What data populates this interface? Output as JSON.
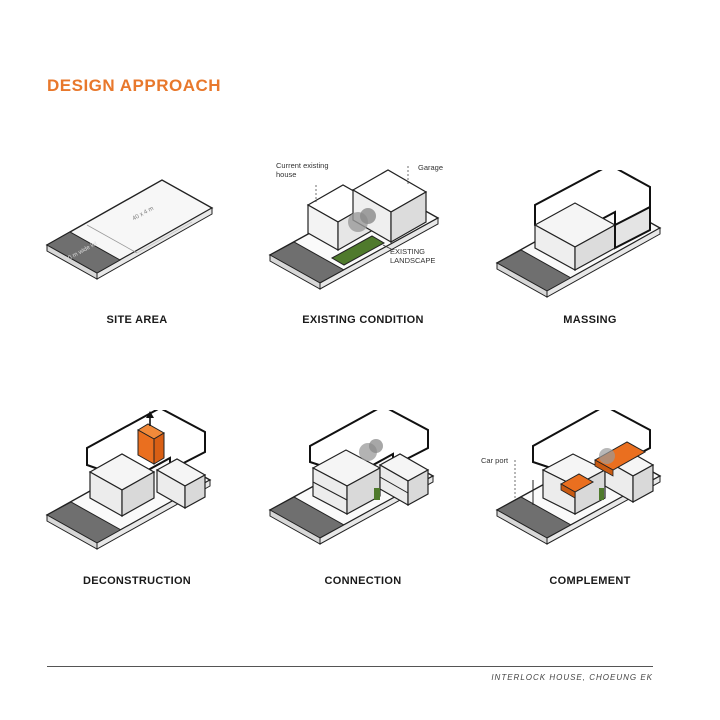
{
  "title": "DESIGN APPROACH",
  "panels": [
    {
      "caption": "SITE AREA",
      "plot_labels": [
        "40 m wide lot",
        "40 x 4 m"
      ]
    },
    {
      "caption": "EXISTING CONDITION",
      "annotations": {
        "current_house": "Current existing house",
        "garage": "Garage",
        "landscape": "EXISTING LANDSCAPE"
      }
    },
    {
      "caption": "MASSING"
    },
    {
      "caption": "DECONSTRUCTION"
    },
    {
      "caption": "CONNECTION"
    },
    {
      "caption": "COMPLEMENT",
      "annotations": {
        "car_port": "Car port"
      }
    }
  ],
  "footer": "INTERLOCK HOUSE, CHOEUNG EK",
  "colors": {
    "accent": "#e8782c",
    "road": "#6f6f6f",
    "landscape": "#4f7a2c",
    "outline": "#111111"
  }
}
